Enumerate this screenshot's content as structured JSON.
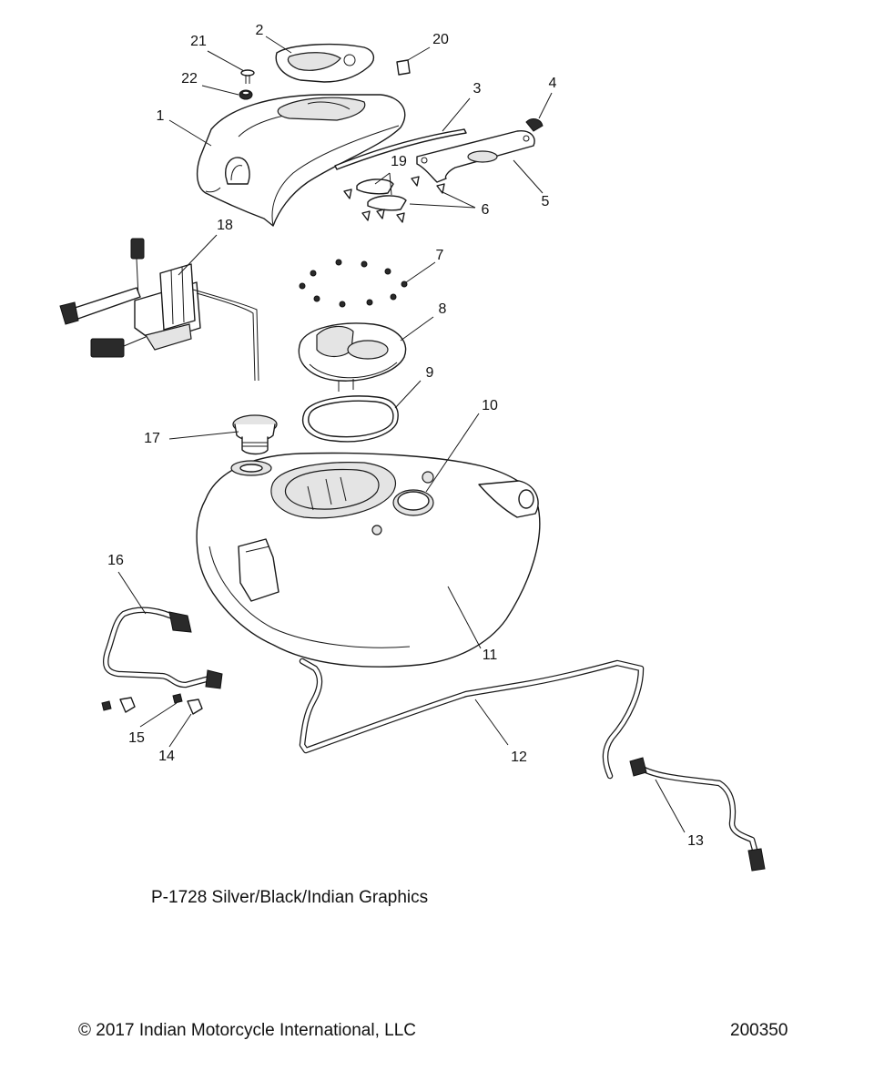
{
  "callouts": [
    {
      "id": "c1",
      "label": "1"
    },
    {
      "id": "c2",
      "label": "2"
    },
    {
      "id": "c3",
      "label": "3"
    },
    {
      "id": "c4",
      "label": "4"
    },
    {
      "id": "c5",
      "label": "5"
    },
    {
      "id": "c6",
      "label": "6"
    },
    {
      "id": "c7",
      "label": "7"
    },
    {
      "id": "c8",
      "label": "8"
    },
    {
      "id": "c9",
      "label": "9"
    },
    {
      "id": "c10",
      "label": "10"
    },
    {
      "id": "c11",
      "label": "11"
    },
    {
      "id": "c12",
      "label": "12"
    },
    {
      "id": "c13",
      "label": "13"
    },
    {
      "id": "c14",
      "label": "14"
    },
    {
      "id": "c15",
      "label": "15"
    },
    {
      "id": "c16",
      "label": "16"
    },
    {
      "id": "c17",
      "label": "17"
    },
    {
      "id": "c18",
      "label": "18"
    },
    {
      "id": "c19",
      "label": "19"
    },
    {
      "id": "c20",
      "label": "20"
    },
    {
      "id": "c21",
      "label": "21"
    },
    {
      "id": "c22",
      "label": "22"
    }
  ],
  "caption": {
    "variant": "P-1728 Silver/Black/Indian Graphics",
    "copyright": "© 2017 Indian Motorcycle International, LLC",
    "diagram_number": "200350"
  }
}
